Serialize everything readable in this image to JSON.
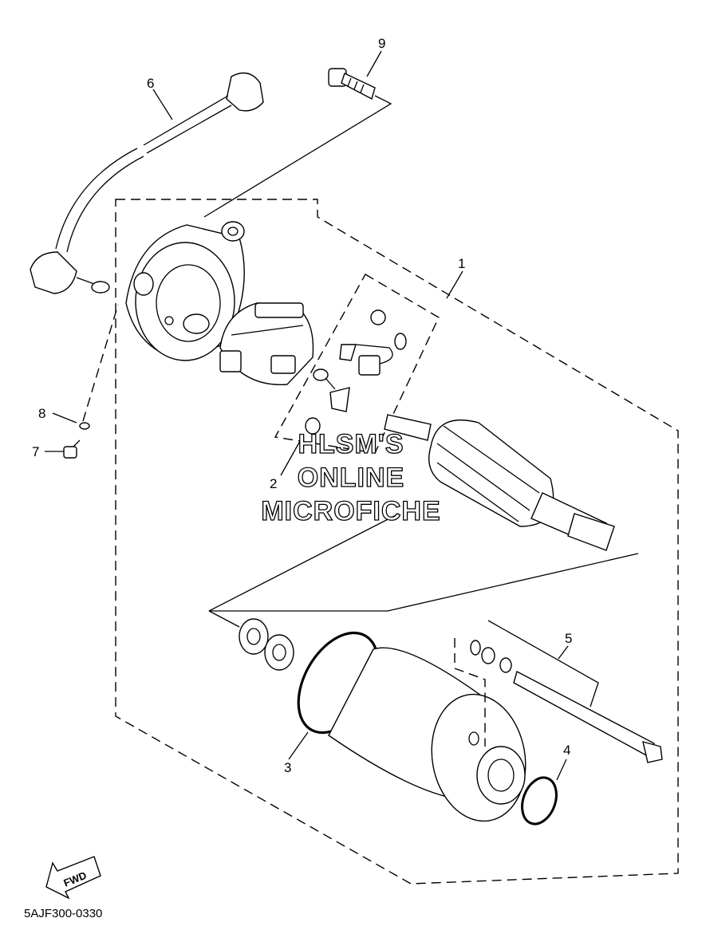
{
  "callouts": {
    "c1": "1",
    "c2": "2",
    "c3": "3",
    "c4": "4",
    "c5": "5",
    "c6": "6",
    "c7": "7",
    "c8": "8",
    "c9": "9"
  },
  "watermark": {
    "line1": "HLSM'S",
    "line2": "ONLINE",
    "line3": "MICROFICHE"
  },
  "fwd_arrow_label": "FWD",
  "diagram_code": "5AJF300-0330",
  "icons": [
    "fwd-arrow-icon"
  ]
}
